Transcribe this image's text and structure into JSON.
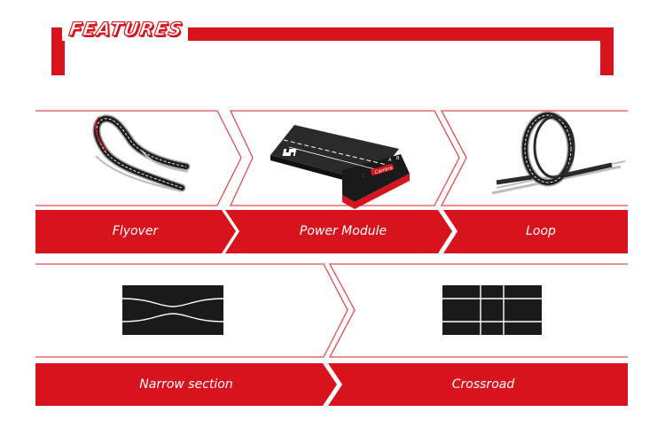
{
  "header": {
    "title": "FEATURES"
  },
  "features": [
    {
      "label": "Flyover",
      "icon": "flyover-track-icon"
    },
    {
      "label": "Power Module",
      "icon": "power-module-icon"
    },
    {
      "label": "Loop",
      "icon": "loop-track-icon"
    },
    {
      "label": "Narrow section",
      "icon": "narrow-section-icon"
    },
    {
      "label": "Crossroad",
      "icon": "crossroad-icon"
    }
  ],
  "power_module": {
    "brand": "Carrera",
    "marks": [
      "A",
      "B",
      "1"
    ]
  },
  "colors": {
    "accent": "#d7141d",
    "track": "#1a1a1a",
    "outline": "#e44b50"
  }
}
